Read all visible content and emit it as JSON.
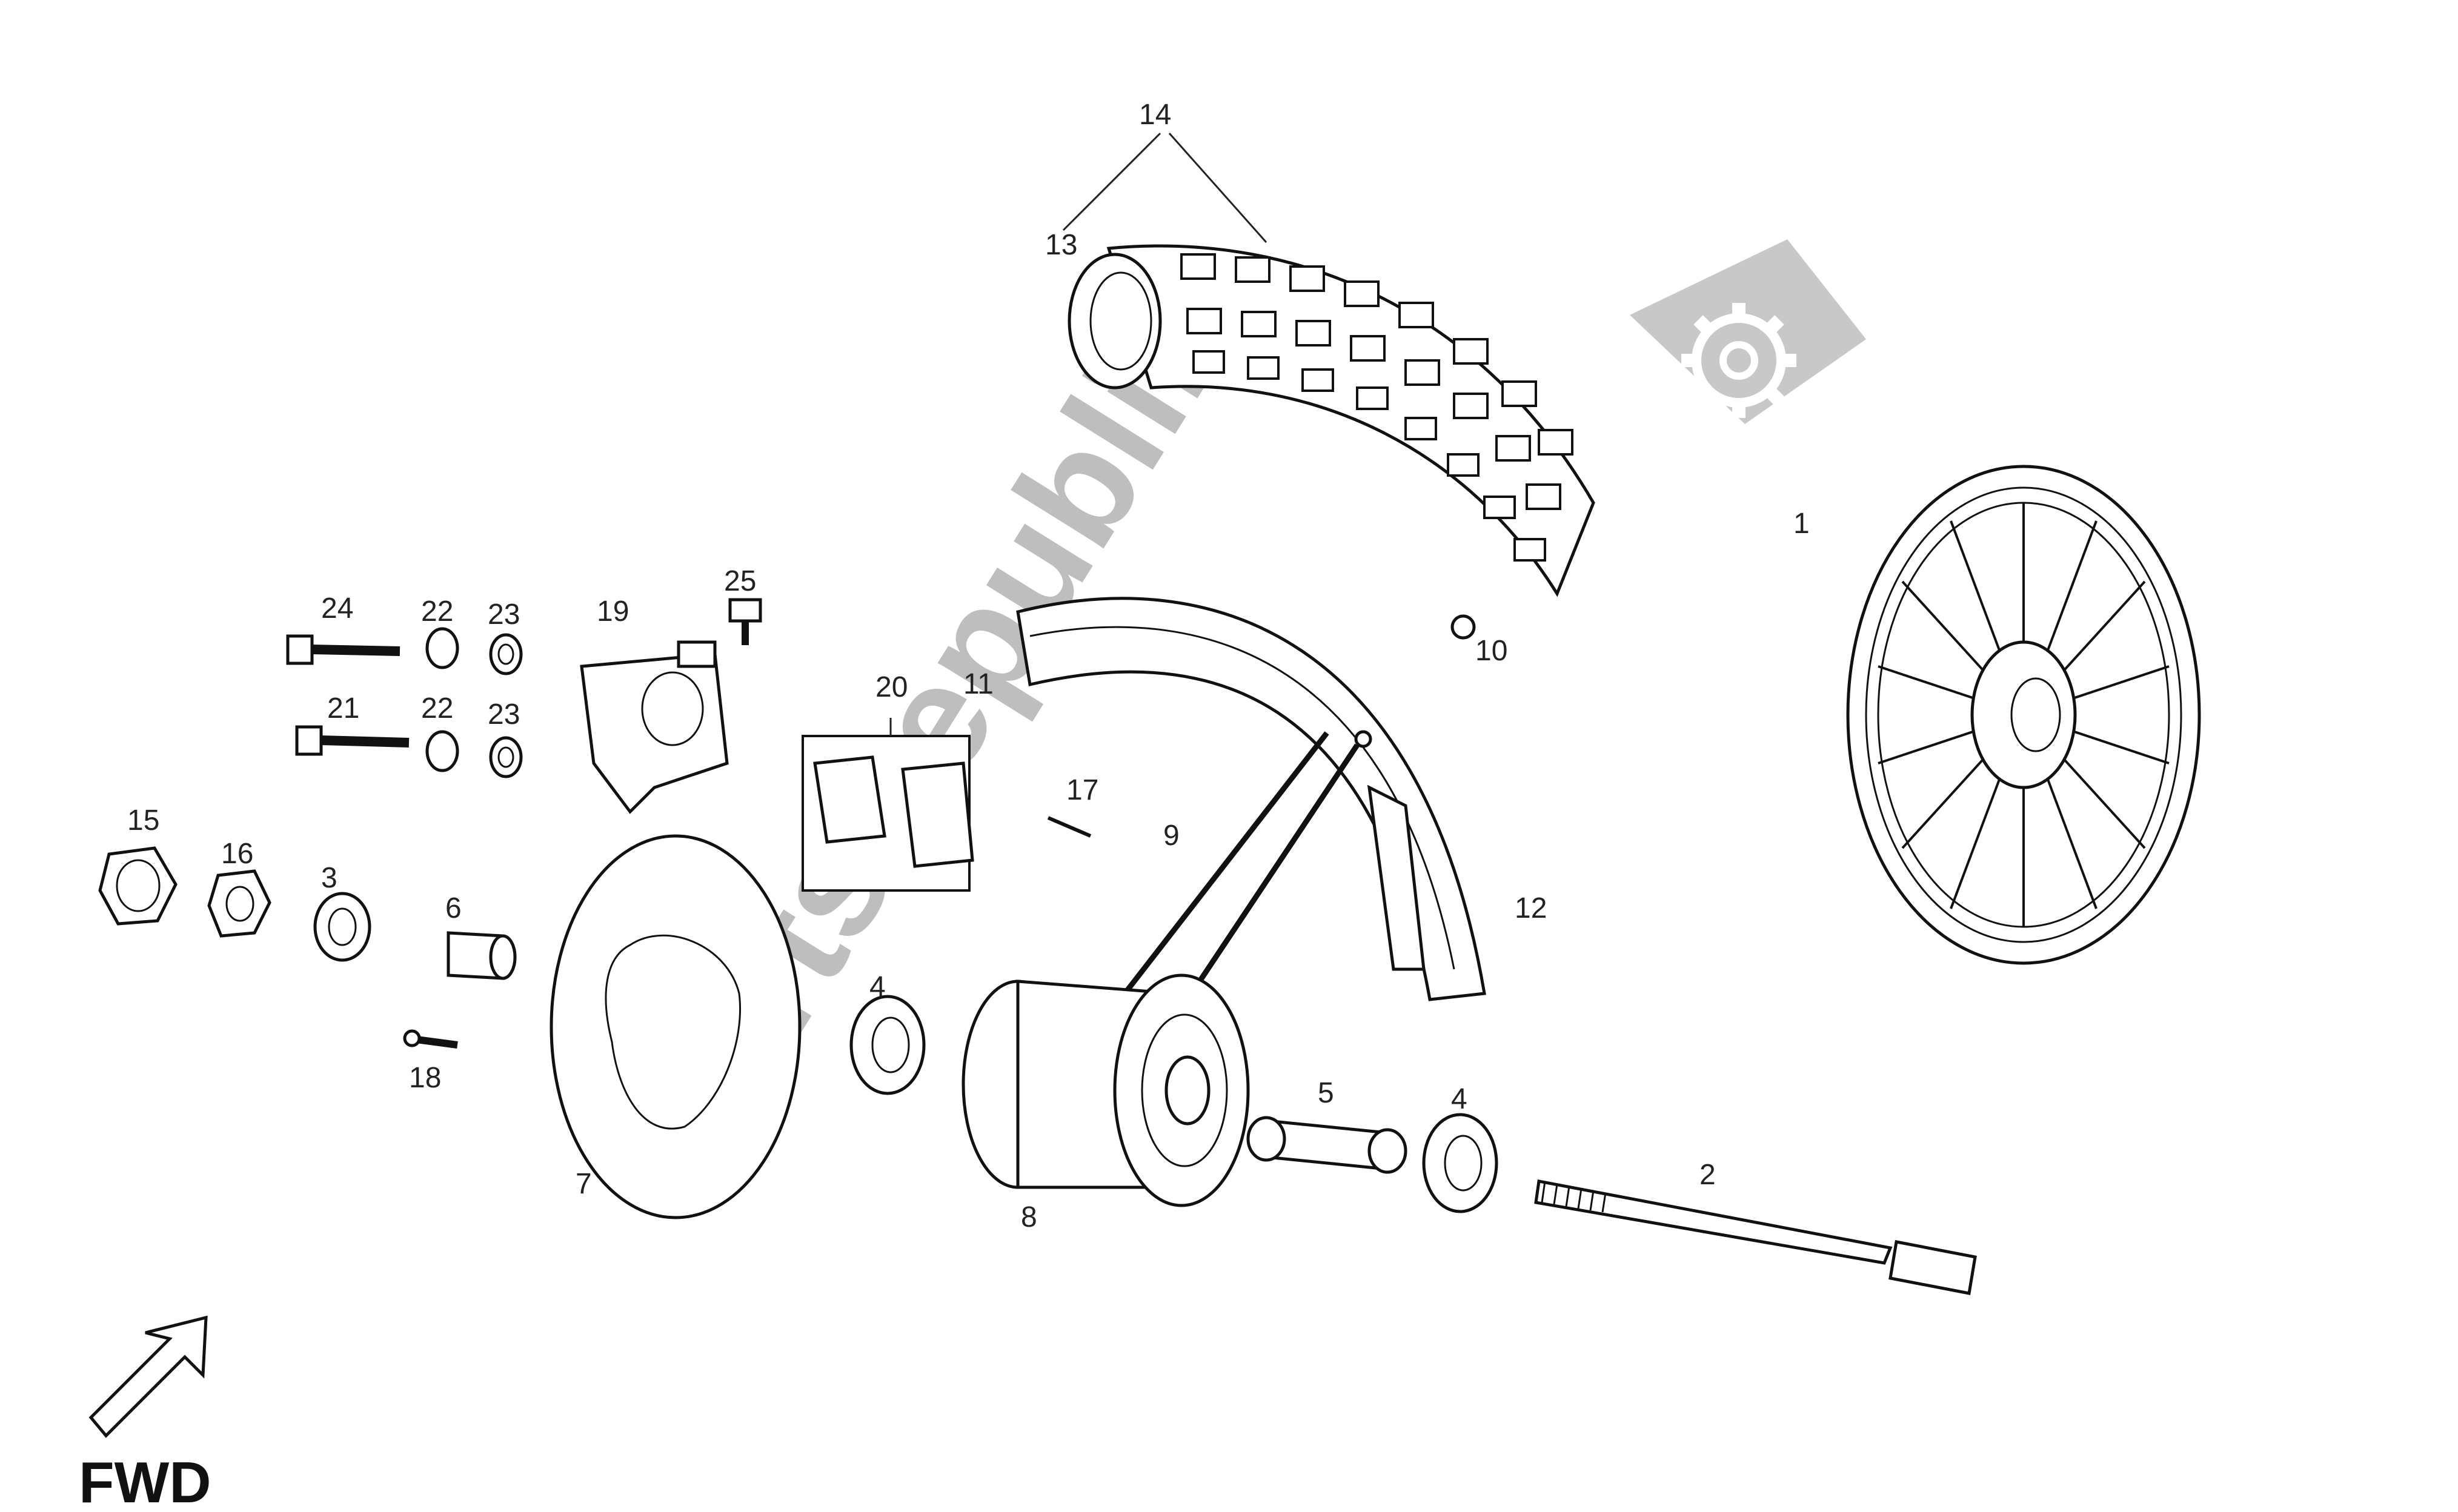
{
  "watermark": {
    "text": "PartsRepublik",
    "icon": "gear-icon",
    "color": "#8a8a8a"
  },
  "direction_indicator": {
    "label": "FWD",
    "icon": "arrow-icon"
  },
  "callouts": {
    "c1": "1",
    "c2": "2",
    "c3": "3",
    "c4a": "4",
    "c4b": "4",
    "c5": "5",
    "c6": "6",
    "c7": "7",
    "c8": "8",
    "c9": "9",
    "c10": "10",
    "c11": "11",
    "c12": "12",
    "c13": "13",
    "c14": "14",
    "c15": "15",
    "c16": "16",
    "c17": "17",
    "c18": "18",
    "c19": "19",
    "c20": "20",
    "c21": "21",
    "c22a": "22",
    "c22b": "22",
    "c23a": "23",
    "c23b": "23",
    "c24": "24",
    "c25": "25"
  }
}
